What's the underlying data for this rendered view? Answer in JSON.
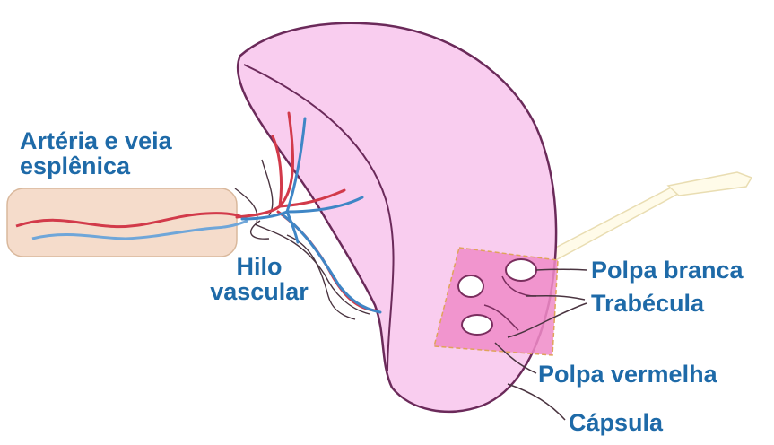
{
  "labels": {
    "artery_line1": "Artéria e veia",
    "artery_line2": "esplênica",
    "hilo_line1": "Hilo",
    "hilo_line2": "vascular",
    "polpa_branca": "Polpa branca",
    "trabecula": "Trabécula",
    "polpa_vermelha": "Polpa vermelha",
    "capsula": "Cápsula"
  },
  "colors": {
    "label": "#1e6aa8",
    "spleen_fill": "#f9cdef",
    "spleen_outline": "#6b2a5a",
    "artery": "#d23a4a",
    "vein": "#3f86c6",
    "vessel_tube": "#f5dccb",
    "section": "#f08bc8"
  }
}
